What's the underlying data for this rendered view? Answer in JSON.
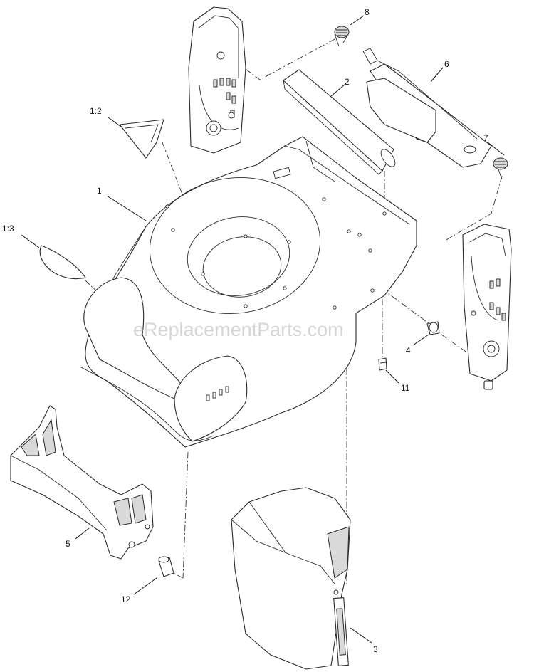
{
  "watermark": "eReplacementParts.com",
  "callouts": [
    {
      "key": "1",
      "label": "1"
    },
    {
      "key": "1_2",
      "label": "1:2"
    },
    {
      "key": "1_3",
      "label": "1:3"
    },
    {
      "key": "2",
      "label": "2"
    },
    {
      "key": "3",
      "label": "3"
    },
    {
      "key": "4",
      "label": "4"
    },
    {
      "key": "5",
      "label": "5"
    },
    {
      "key": "6",
      "label": "6"
    },
    {
      "key": "7",
      "label": "7"
    },
    {
      "key": "8",
      "label": "8"
    },
    {
      "key": "11",
      "label": "11"
    },
    {
      "key": "12",
      "label": "12"
    }
  ]
}
